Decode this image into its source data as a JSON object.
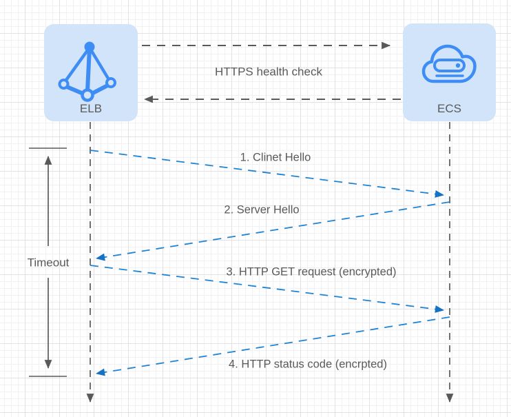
{
  "diagram": {
    "nodes": [
      {
        "id": "elb",
        "label": "ELB",
        "icon": "elb-load-balancer-icon"
      },
      {
        "id": "ecs",
        "label": "ECS",
        "icon": "ecs-cloud-server-icon"
      }
    ],
    "health_check_label": "HTTPS health check",
    "messages": [
      {
        "label": "1. Clinet Hello",
        "from": "ELB",
        "to": "ECS"
      },
      {
        "label": "2. Server Hello",
        "from": "ECS",
        "to": "ELB"
      },
      {
        "label": "3. HTTP GET request (encrypted)",
        "from": "ELB",
        "to": "ECS"
      },
      {
        "label": "4. HTTP status code (encrpted)",
        "from": "ECS",
        "to": "ELB"
      }
    ],
    "timeout_label": "Timeout",
    "colors": {
      "node_fill": "#d2e4fa",
      "icon_blue": "#3d8df5",
      "line_gray": "#595959",
      "message_blue": "#1d83d4",
      "text_gray": "#595959"
    }
  }
}
